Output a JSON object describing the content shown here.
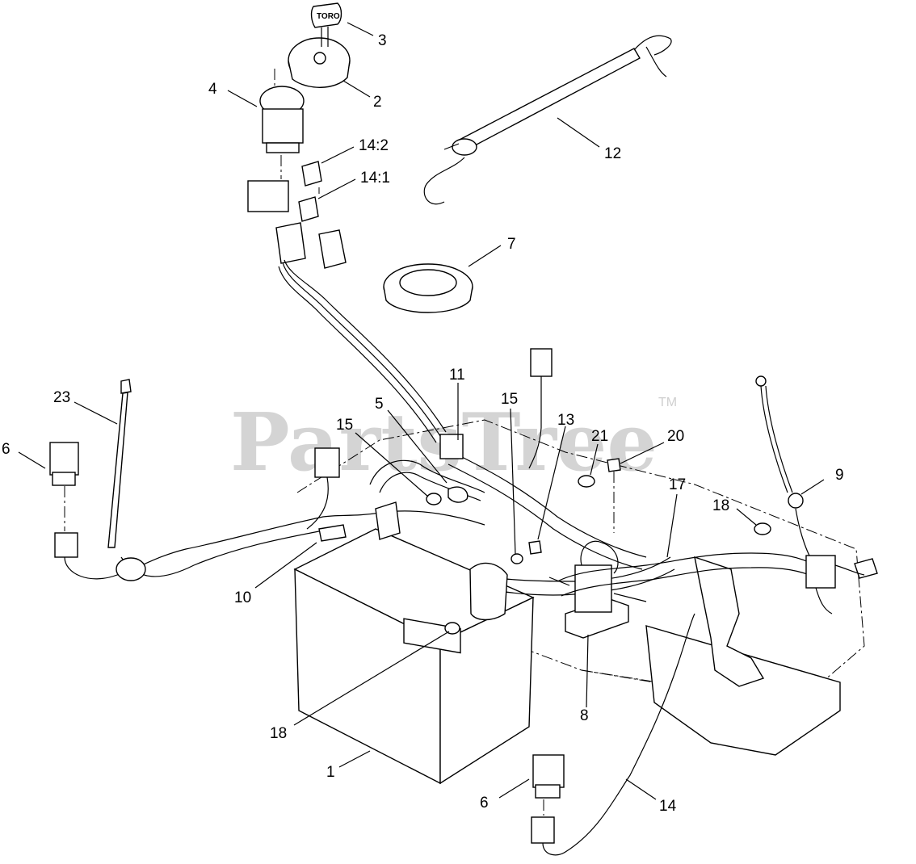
{
  "watermark": {
    "text": "PartsTree",
    "tm": "TM"
  },
  "key_label": "TORO",
  "callouts": [
    {
      "id": "c3",
      "label": "3"
    },
    {
      "id": "c2",
      "label": "2"
    },
    {
      "id": "c4",
      "label": "4"
    },
    {
      "id": "c14-2",
      "label": "14:2"
    },
    {
      "id": "c14-1",
      "label": "14:1"
    },
    {
      "id": "c12",
      "label": "12"
    },
    {
      "id": "c7",
      "label": "7"
    },
    {
      "id": "c11",
      "label": "11"
    },
    {
      "id": "c23",
      "label": "23"
    },
    {
      "id": "c6a",
      "label": "6"
    },
    {
      "id": "c5",
      "label": "5"
    },
    {
      "id": "c15a",
      "label": "15"
    },
    {
      "id": "c15b",
      "label": "15"
    },
    {
      "id": "c13",
      "label": "13"
    },
    {
      "id": "c21",
      "label": "21"
    },
    {
      "id": "c20",
      "label": "20"
    },
    {
      "id": "c17",
      "label": "17"
    },
    {
      "id": "c9",
      "label": "9"
    },
    {
      "id": "c18a",
      "label": "18"
    },
    {
      "id": "c10",
      "label": "10"
    },
    {
      "id": "c8",
      "label": "8"
    },
    {
      "id": "c18b",
      "label": "18"
    },
    {
      "id": "c1",
      "label": "1"
    },
    {
      "id": "c6b",
      "label": "6"
    },
    {
      "id": "c14",
      "label": "14"
    }
  ]
}
